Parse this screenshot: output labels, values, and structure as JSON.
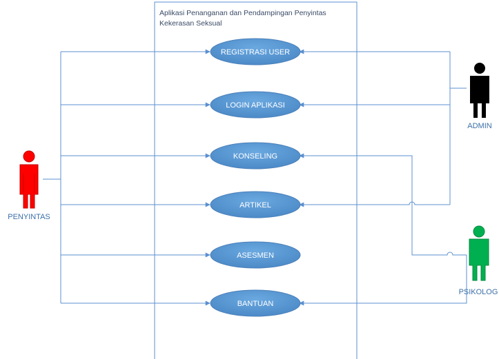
{
  "system": {
    "title_line1": "Aplikasi Penanganan dan Pendampingan Penyintas",
    "title_line2": "Kekerasan Seksual"
  },
  "actors": {
    "penyintas": {
      "label": "PENYINTAS",
      "color": "#ff0000"
    },
    "admin": {
      "label": "ADMIN",
      "color": "#000000"
    },
    "psikolog": {
      "label": "PSIKOLOG",
      "color": "#00b050"
    }
  },
  "use_cases": [
    {
      "label": "REGISTRASI USER"
    },
    {
      "label": "LOGIN APLIKASI"
    },
    {
      "label": "KONSELING"
    },
    {
      "label": "ARTIKEL"
    },
    {
      "label": "ASESMEN"
    },
    {
      "label": "BANTUAN"
    }
  ],
  "colors": {
    "use_case_fill": "#5b9bd5",
    "connector": "#5b8fd0",
    "system_border": "#5b8fd0"
  }
}
